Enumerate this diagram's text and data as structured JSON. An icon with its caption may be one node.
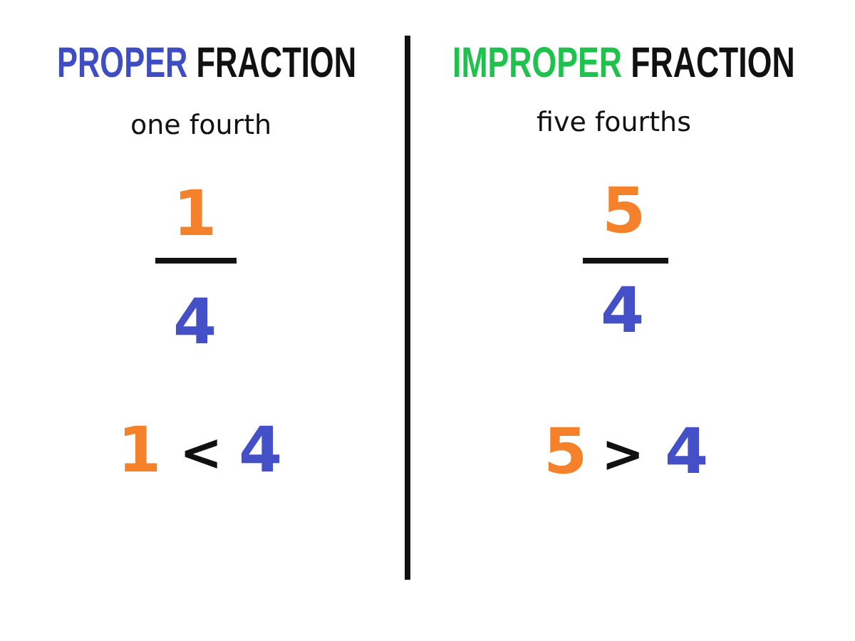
{
  "diagram": {
    "labels": [
      "PROPER FRACTION",
      "one fourth",
      "1",
      "4",
      "1",
      "<",
      "4",
      "IMPROPER FRACTION",
      "five fourths",
      "5",
      "4",
      "5",
      ">",
      "4"
    ]
  }
}
